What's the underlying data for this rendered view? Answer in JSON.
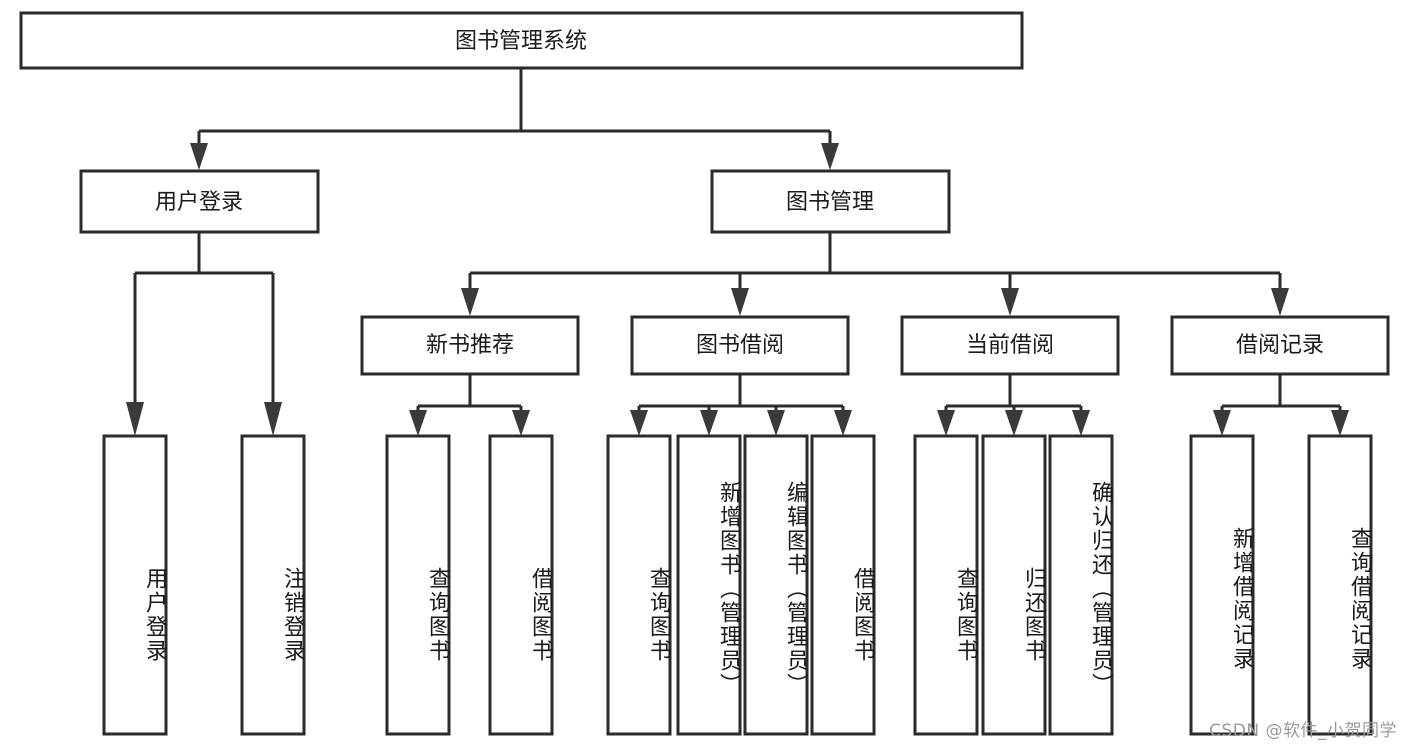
{
  "diagram": {
    "type": "tree-hierarchy",
    "title": "图书管理系统",
    "root": {
      "label": "图书管理系统"
    },
    "level1": [
      {
        "label": "用户登录"
      },
      {
        "label": "图书管理"
      }
    ],
    "level2": [
      {
        "label": "新书推荐"
      },
      {
        "label": "图书借阅"
      },
      {
        "label": "当前借阅"
      },
      {
        "label": "借阅记录"
      }
    ],
    "leaves": {
      "user_login": [
        {
          "label": "用户登录"
        },
        {
          "label": "注销登录"
        }
      ],
      "new_book_recommend": [
        {
          "label": "查询图书"
        },
        {
          "label": "借阅图书"
        }
      ],
      "book_borrow": [
        {
          "label": "查询图书"
        },
        {
          "label": "新增图书（管理员）"
        },
        {
          "label": "编辑图书（管理员）"
        },
        {
          "label": "借阅图书"
        }
      ],
      "current_borrow": [
        {
          "label": "查询图书"
        },
        {
          "label": "归还图书"
        },
        {
          "label": "确认归还（管理员）"
        }
      ],
      "borrow_record": [
        {
          "label": "新增借阅记录"
        },
        {
          "label": "查询借阅记录"
        }
      ]
    }
  },
  "watermark": {
    "text": "CSDN @软件_小贺同学"
  },
  "colors": {
    "box_stroke": "#2b2b2b",
    "box_fill": "#ffffff",
    "text": "#1a1a1a",
    "connector": "#2b2b2b",
    "watermark": "#9a9a9a",
    "background": "#ffffff"
  }
}
